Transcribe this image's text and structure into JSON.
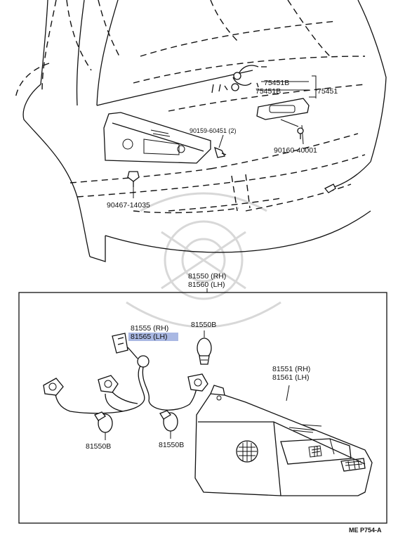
{
  "upper_labels": {
    "bracket_a": "75451B",
    "bracket_b": "75451B",
    "license_light": "75451",
    "screw_license": "90159-60451 (2)",
    "screw_lower": "90160-40001",
    "clip": "90467-14035"
  },
  "lamp_assembly": {
    "rh": "81550 (RH)",
    "lh": "81560 (LH)"
  },
  "socket": {
    "rh": "81555 (RH)",
    "lh": "81565 (LH)",
    "highlight_color": "#a9b8e3"
  },
  "bulbs": {
    "top": "81550B",
    "left": "81550B",
    "right": "81550B"
  },
  "lens": {
    "rh": "81551 (RH)",
    "lh": "81561 (LH)"
  },
  "footer": {
    "code": "ME P754-A"
  }
}
